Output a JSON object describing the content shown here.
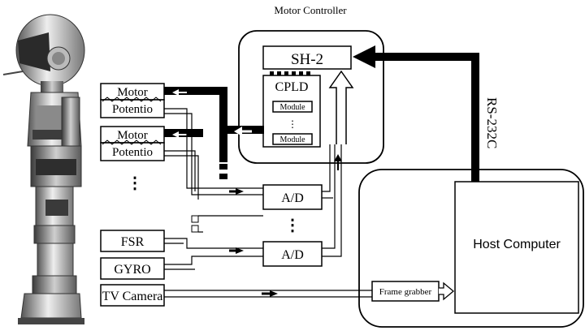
{
  "title": "Motor Controller",
  "controller": {
    "cpu": "SH-2",
    "cpld": "CPLD",
    "modules": [
      "Module",
      "Module"
    ],
    "dots": "⋮"
  },
  "serial_link": "RS-232C",
  "host": "Host Computer",
  "frame_grabber": "Frame grabber",
  "actuators": [
    {
      "motor": "Motor",
      "pot": "Potentio"
    },
    {
      "motor": "Motor",
      "pot": "Potentio"
    }
  ],
  "actuator_dots": "⋮",
  "sensors": {
    "fsr": "FSR",
    "gyro": "GYRO",
    "camera": "TV Camera"
  },
  "adc": [
    "A/D",
    "A/D"
  ],
  "adc_dots": "⋮",
  "colors": {
    "robot_dark": "#4a4a4a",
    "robot_mid": "#9a9a9a",
    "robot_light": "#d8d8d8"
  }
}
